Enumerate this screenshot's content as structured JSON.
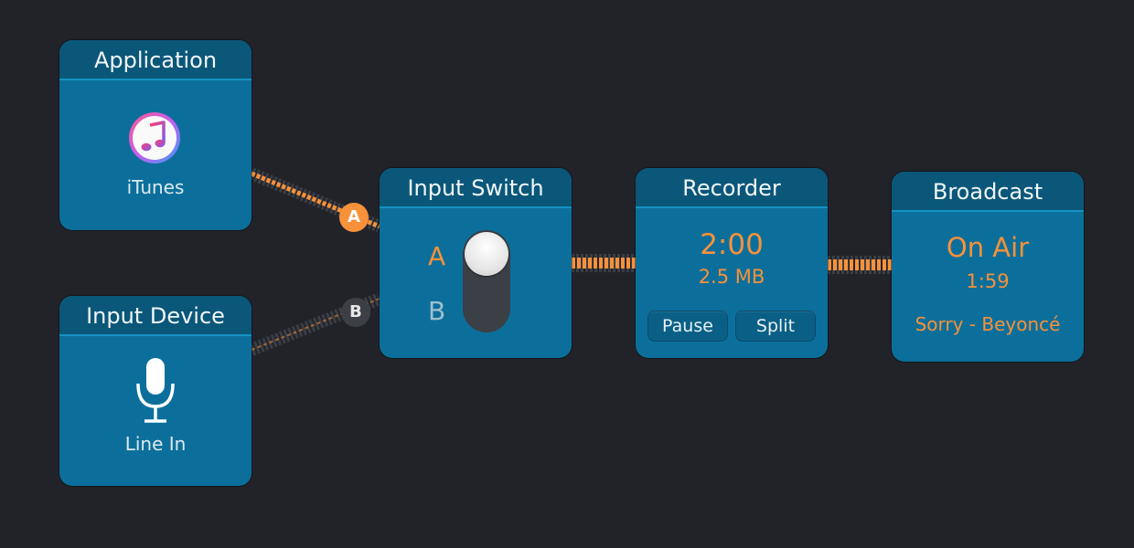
{
  "application": {
    "title": "Application",
    "app_name": "iTunes",
    "icon": "itunes-icon"
  },
  "input_device": {
    "title": "Input Device",
    "device_name": "Line In",
    "icon": "microphone-icon"
  },
  "input_switch": {
    "title": "Input Switch",
    "label_a": "A",
    "label_b": "B",
    "selected": "A"
  },
  "recorder": {
    "title": "Recorder",
    "time": "2:00",
    "size": "2.5 MB",
    "pause_label": "Pause",
    "split_label": "Split"
  },
  "broadcast": {
    "title": "Broadcast",
    "status": "On Air",
    "time": "1:59",
    "track": "Sorry - Beyoncé"
  },
  "connections": {
    "badge_a": "A",
    "badge_b": "B"
  },
  "colors": {
    "background": "#212329",
    "node": "#0c6f9b",
    "header": "#0a577a",
    "accent": "#f7913a",
    "wire_dark": "#3a3d44"
  }
}
